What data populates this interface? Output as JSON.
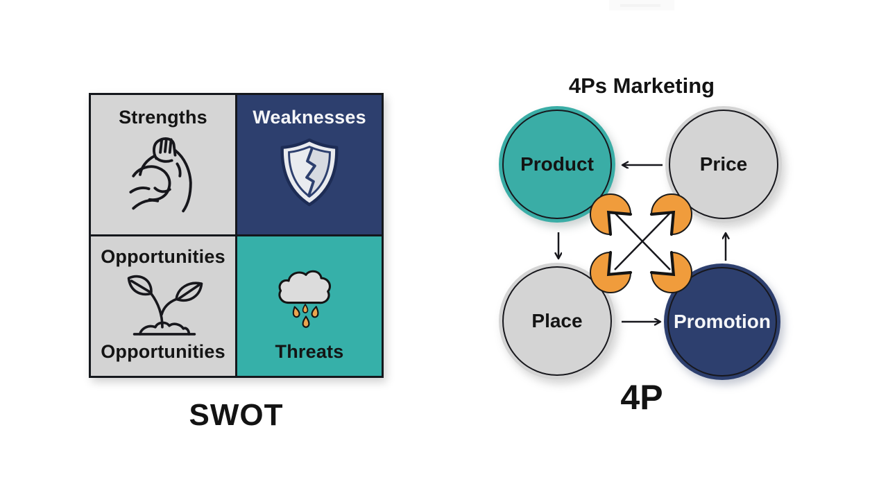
{
  "colors": {
    "background": "#ffffff",
    "teal": "#3aada6",
    "navy": "#2d3f6e",
    "light_gray": "#d4d4d4",
    "cell_gray": "#d5d5d5",
    "orange": "#f09c3c",
    "ink": "#17171c",
    "white_text": "#f5f6f8",
    "grid_line": "#14171c"
  },
  "swot": {
    "title": "SWOT",
    "cells": {
      "strengths": {
        "label": "Strengths",
        "icon": "bicep-flex",
        "background": "#d5d5d5"
      },
      "weaknesses": {
        "label": "Weaknesses",
        "icon": "cracked-shield",
        "background": "#2d3f6e"
      },
      "opportunities": {
        "label_top": "Opportunities",
        "label_bottom": "Opportunities",
        "icon": "sprout-seedling",
        "background": "#d3d3d3"
      },
      "threats": {
        "label": "Threats",
        "icon": "rain-cloud-orange-drops",
        "background": "#36b0a9"
      }
    }
  },
  "four_ps": {
    "title": "4Ps Marketing",
    "caption": "4P",
    "nodes": [
      {
        "id": "product",
        "label": "Product",
        "fill": "#3aada6"
      },
      {
        "id": "price",
        "label": "Price",
        "fill": "#d4d4d4"
      },
      {
        "id": "place",
        "label": "Place",
        "fill": "#d4d4d4"
      },
      {
        "id": "promotion",
        "label": "Promotion",
        "fill": "#2d3f6e"
      }
    ],
    "arrows": [
      {
        "from": "price",
        "to": "product",
        "direction": "left"
      },
      {
        "from": "product",
        "to": "place",
        "direction": "down"
      },
      {
        "from": "place",
        "to": "promotion",
        "direction": "right"
      },
      {
        "from": "promotion",
        "to": "price",
        "direction": "up"
      },
      {
        "from": "center",
        "to": "center",
        "direction": "diagonal-cross-no-arrowheads"
      }
    ],
    "connector_decoration": "orange-notched-wedges-at-inner-corners"
  }
}
